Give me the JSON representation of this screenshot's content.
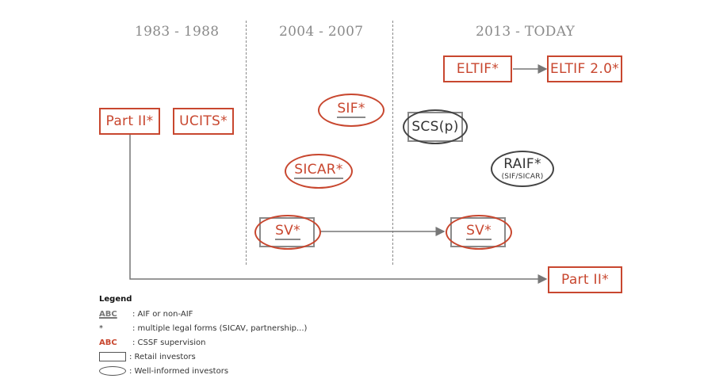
{
  "periods": [
    "1983 - 1988",
    "2004 - 2007",
    "2013 - TODAY"
  ],
  "vehicles": {
    "part_ii_1": "Part II*",
    "ucits": "UCITS*",
    "sif": "SIF*",
    "sicar": "SICAR*",
    "sv_1": "SV*",
    "eltif": "ELTIF*",
    "eltif_2": "ELTIF 2.0*",
    "scs": "SCS(p)",
    "raif": "RAIF*",
    "raif_sub": "(SIF/SICAR)",
    "sv_2": "SV*",
    "part_ii_2": "Part II*"
  },
  "legend": {
    "title": "Legend",
    "items": [
      {
        "key": "ABC",
        "text": ": AIF or non-AIF"
      },
      {
        "key": "*",
        "text": ": multiple legal forms (SICAV, partnership...)"
      },
      {
        "key": "ABC",
        "text": ": CSSF supervision"
      },
      {
        "key": "",
        "text": ": Retail investors"
      },
      {
        "key": "",
        "text": ": Well-informed investors"
      }
    ]
  },
  "colors": {
    "accent": "#c8472f",
    "grey": "#8a8a8a",
    "dark": "#444444"
  }
}
